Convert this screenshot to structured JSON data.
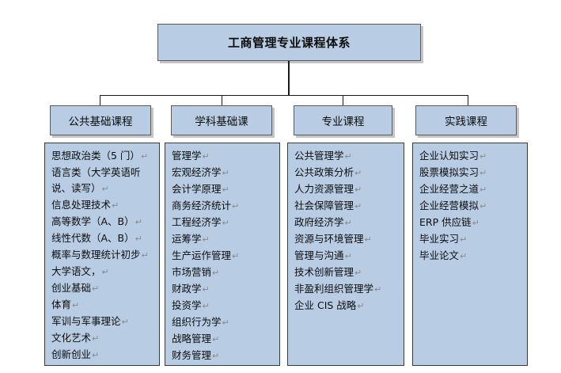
{
  "diagram": {
    "title": "工商管理专业课程体系",
    "pilcrow": "↵",
    "colors": {
      "box_fill": "#b8cce4",
      "box_border": "#5a5a5a",
      "connector": "#1a1a1a",
      "text": "#0d0d0d",
      "pilcrow": "#8a8a8a",
      "background": "#ffffff"
    },
    "categories": [
      {
        "header": "公共基础课程",
        "courses": [
          "思想政治类（5 门）",
          "语言类（大学英语听说、读写）",
          "信息处理技术",
          "高等数学（A、B）",
          "线性代数（A、B）",
          "概率与数理统计初步",
          "大学语文，",
          "创业基础",
          "体育",
          "军训与军事理论",
          "文化艺术",
          "创新创业"
        ]
      },
      {
        "header": "学科基础课",
        "courses": [
          "管理学",
          "宏观经济学",
          "会计学原理",
          "商务经济统计",
          "工程经济学",
          "运筹学",
          "生产运作管理",
          "市场营销",
          "财政学",
          "投资学",
          "组织行为学",
          "战略管理",
          "财务管理"
        ]
      },
      {
        "header": "专业课程",
        "courses": [
          "公共管理学",
          "公共政策分析",
          "人力资源管理",
          "社会保障管理",
          "政府经济学",
          "资源与环境管理",
          "管理与沟通",
          "技术创新管理",
          "非盈利组织管理学",
          "企业 CIS 战略"
        ]
      },
      {
        "header": "实践课程",
        "courses": [
          "企业认知实习",
          "股票模拟实习",
          "企业经营之道",
          "企业经营模拟",
          "ERP 供应链",
          "毕业实习",
          "毕业论文"
        ]
      }
    ]
  }
}
